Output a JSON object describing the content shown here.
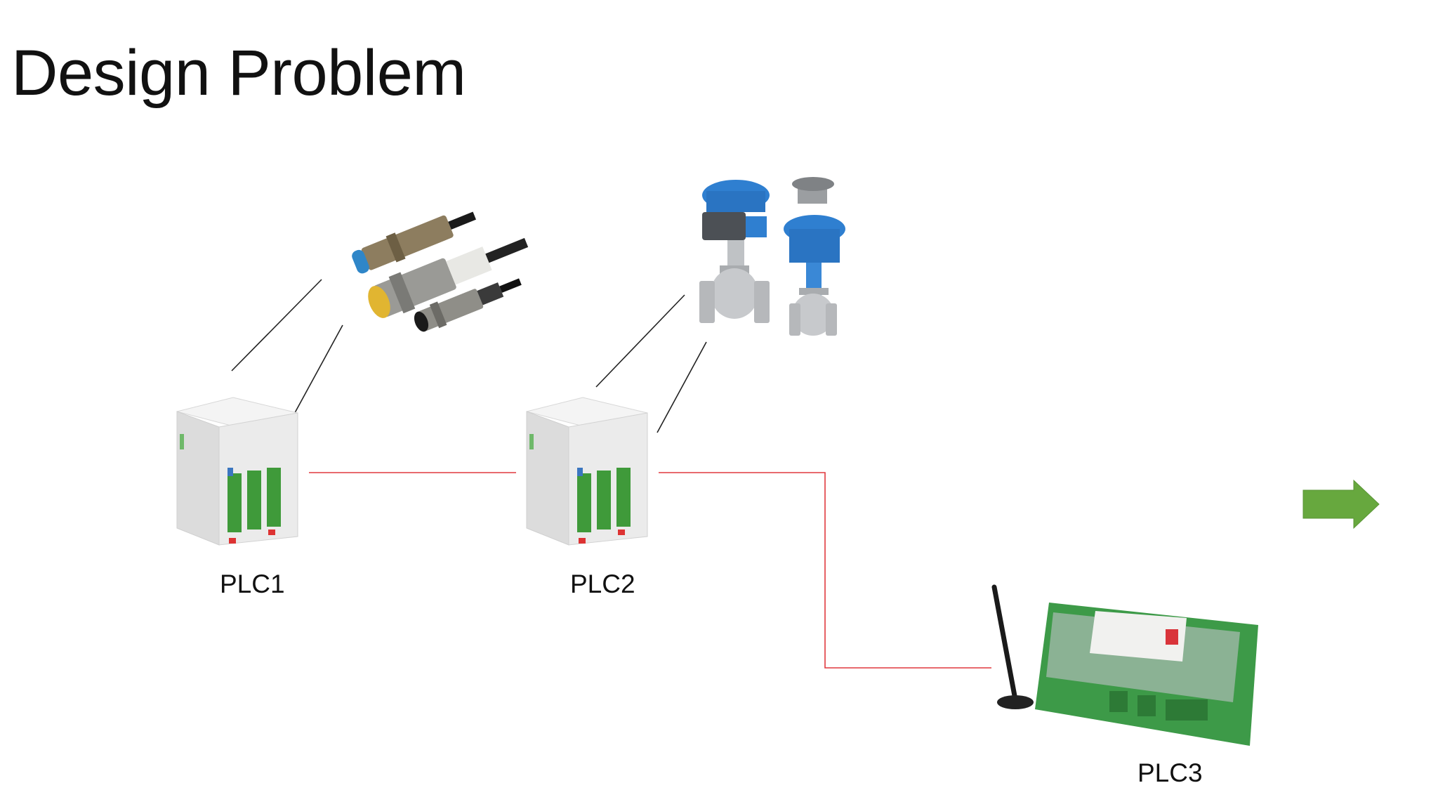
{
  "slide": {
    "title": "Design Problem"
  },
  "nodes": {
    "plc1": {
      "label": "PLC1"
    },
    "plc2": {
      "label": "PLC2"
    },
    "plc3": {
      "label": "PLC3"
    }
  },
  "colors": {
    "link": "#e0393e",
    "sensor_link": "#222222",
    "arrow": "#67a83e",
    "plc_body": "#ececec",
    "terminal_green": "#3f9a3a",
    "valve_blue": "#2f7fd0",
    "sensor_yellow": "#e1b531",
    "controller_green": "#3d9a48"
  },
  "icons": [
    "proximity-sensors-icon",
    "control-valves-icon",
    "plc-module-icon",
    "wireless-controller-icon",
    "next-arrow-icon"
  ]
}
